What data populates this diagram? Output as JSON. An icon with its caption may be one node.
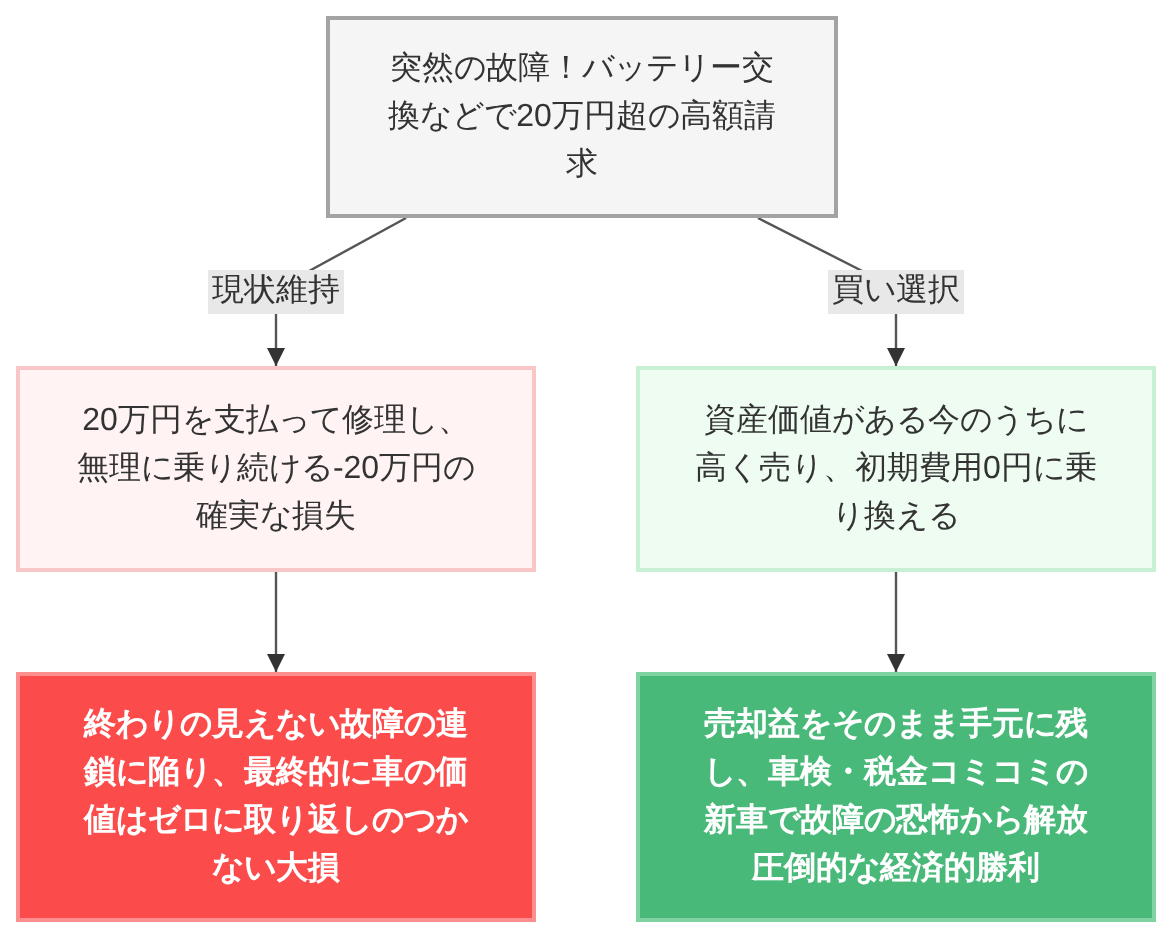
{
  "diagram": {
    "nodes": [
      {
        "text": [
          "突然の故障！バッテリー交換などで20万円超の高額請求"
        ]
      },
      {
        "text": [
          "20万円を支払って修理し、無理に乗り続ける-20万円の確実な損失"
        ]
      },
      {
        "text": [
          "資産価値がある今のうちに高く売り、初期費用0円に乗り換える"
        ]
      },
      {
        "text": [
          "終わりの見えない故障の連鎖に陥り、最終的に車の価値はゼロに取り返しのつかない大損"
        ]
      },
      {
        "text": [
          "売却益をそのまま手元に残し、車検・税金コミコミの新車で故障の恐怖から解放圧倒的な経済的勝利"
        ]
      }
    ],
    "edges": [
      {
        "from": 0,
        "to": 1,
        "arrow": "to",
        "label": "現状維持"
      },
      {
        "from": 0,
        "to": 2,
        "arrow": "to",
        "label": "買い選択"
      },
      {
        "from": 1,
        "to": 3,
        "arrow": "to"
      },
      {
        "from": 2,
        "to": 4,
        "arrow": "to"
      }
    ]
  }
}
